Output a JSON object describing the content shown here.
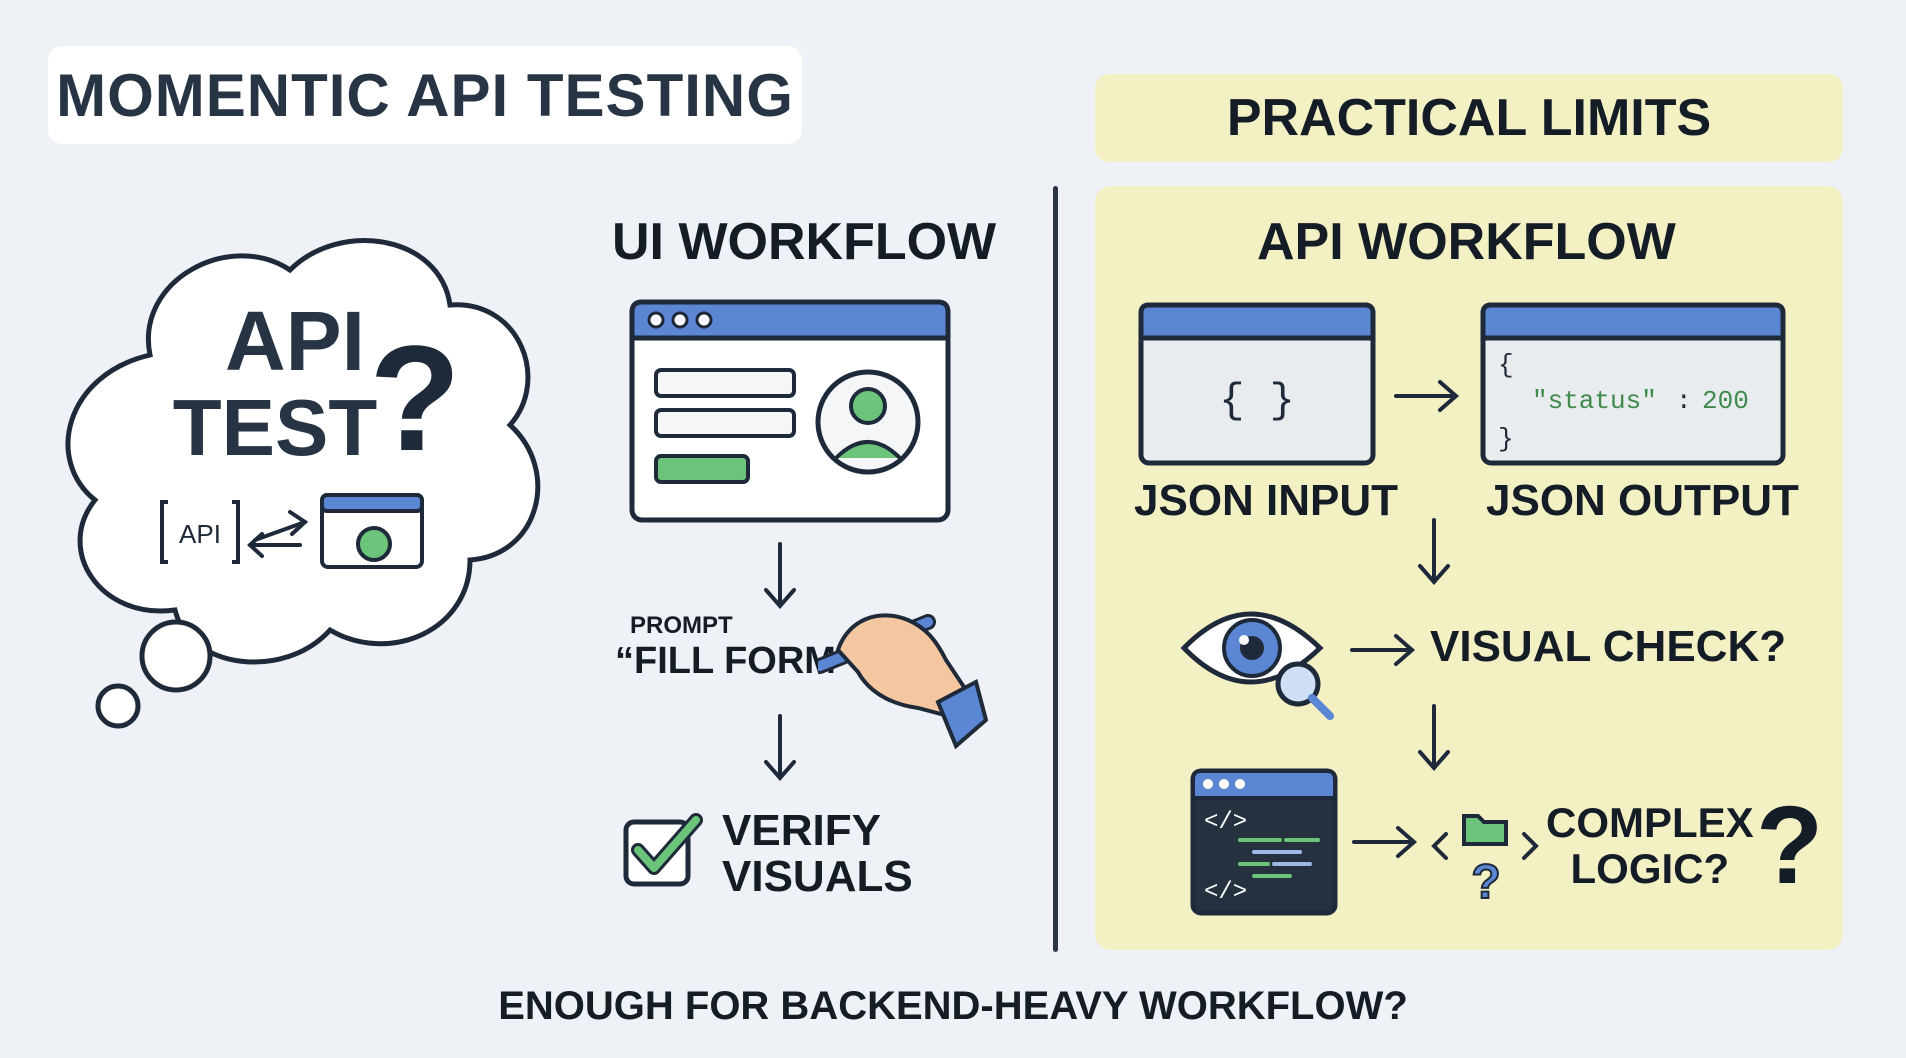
{
  "title": "MOMENTIC API TESTING",
  "cloud": {
    "line1": "API",
    "line2": "TEST",
    "question": "?",
    "api_chip": "API",
    "swap_arrow": "<->"
  },
  "ui_workflow": {
    "heading": "UI WORKFLOW",
    "prompt_label": "PROMPT",
    "prompt_text": "“FILL FORM",
    "verify_line1": "VERIFY",
    "verify_line2": "VISUALS"
  },
  "practical_limits": "PRACTICAL LIMITS",
  "api_workflow": {
    "heading": "API WORKFLOW",
    "json_input_symbol": "{ }",
    "json_input_label": "JSON INPUT",
    "json_output_open": "{",
    "json_output_key": "\"status\"",
    "json_output_sep": ":",
    "json_output_value": "200",
    "json_output_close": "}",
    "json_output_label": "JSON OUTPUT",
    "visual_check": "VISUAL CHECK?",
    "complex_line1": "COMPLEX",
    "complex_line2": "LOGIC?",
    "complex_q": "?",
    "small_q": "?",
    "code_tag": "</>"
  },
  "footer": "ENOUGH FOR BACKEND-HEAVY WORKFLOW?",
  "colors": {
    "accent_blue": "#5b86d3",
    "green": "#6cc47a",
    "panel_yellow": "#f3f1c4",
    "dark": "#1e2a3a",
    "code_bg": "#25313f"
  }
}
